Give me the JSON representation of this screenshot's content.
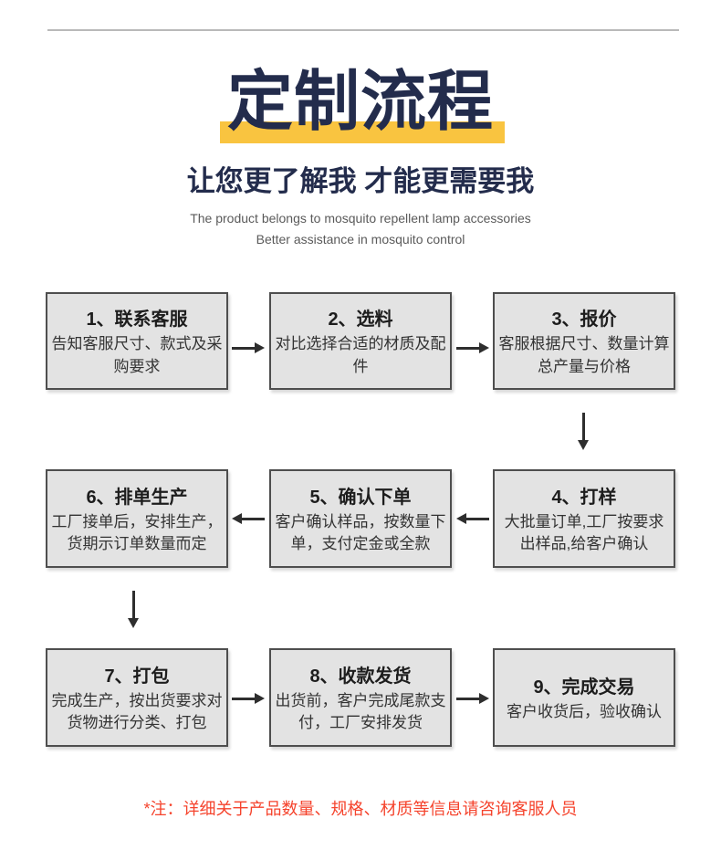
{
  "header": {
    "title": "定制流程",
    "title_color": "#232c4c",
    "highlight_color": "#f9c440",
    "subtitle": "让您更了解我 才能更需要我",
    "tagline": {
      "line1": "The product belongs to mosquito repellent lamp accessories",
      "line2": "Better assistance in mosquito control"
    }
  },
  "flow": {
    "box_fill_color": "#e3e3e3",
    "box_border_color": "#4e4e4e",
    "arrow_color": "#2e2e2e",
    "steps": [
      {
        "title": "1、联系客服",
        "body": "告知客服尺寸、款式及采购要求"
      },
      {
        "title": "2、选料",
        "body": "对比选择合适的材质及配件"
      },
      {
        "title": "3、报价",
        "body": "客服根据尺寸、数量计算总产量与价格"
      },
      {
        "title": "4、打样",
        "body": "大批量订单,工厂按要求出样品,给客户确认"
      },
      {
        "title": "5、确认下单",
        "body": "客户确认样品，按数量下单，支付定金或全款"
      },
      {
        "title": "6、排单生产",
        "body": "工厂接单后，安排生产，货期示订单数量而定"
      },
      {
        "title": "7、打包",
        "body": "完成生产，按出货要求对货物进行分类、打包"
      },
      {
        "title": "8、收款发货",
        "body": "出货前，客户完成尾款支付，工厂安排发货"
      },
      {
        "title": "9、完成交易",
        "body": "客户收货后，验收确认"
      }
    ]
  },
  "note": {
    "text": "*注：详细关于产品数量、规格、材质等信息请咨询客服人员",
    "color": "#f5432c"
  }
}
